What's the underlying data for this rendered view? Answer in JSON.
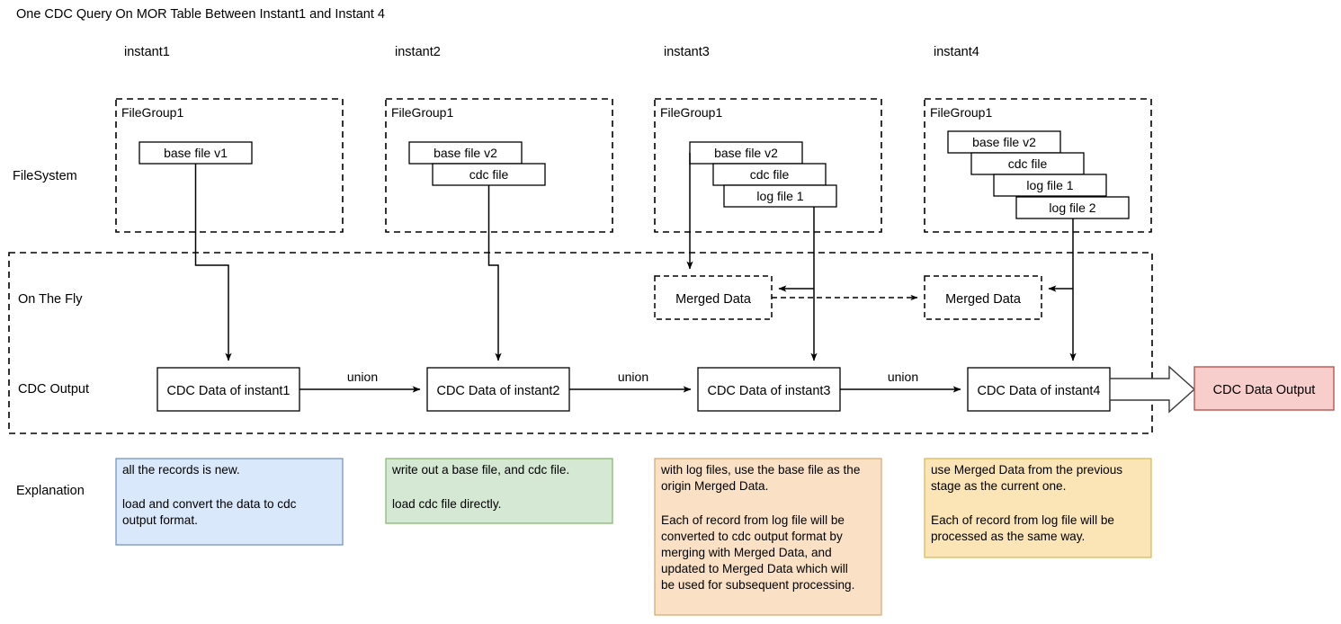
{
  "title": "One CDC Query On MOR Table Between Instant1 and Instant 4",
  "columns": [
    {
      "label": "instant1"
    },
    {
      "label": "instant2"
    },
    {
      "label": "instant3"
    },
    {
      "label": "instant4"
    }
  ],
  "row_labels": {
    "filesystem": "FileSystem",
    "on_the_fly": "On The Fly",
    "cdc_output": "CDC Output",
    "explanation": "Explanation"
  },
  "filesystem": {
    "group_label": "FileGroup1",
    "groups": [
      {
        "files": [
          "base file v1"
        ]
      },
      {
        "files": [
          "base file v2",
          "cdc file"
        ]
      },
      {
        "files": [
          "base file v2",
          "cdc file",
          "log file 1"
        ]
      },
      {
        "files": [
          "base file v2",
          "cdc file",
          "log file 1",
          "log file 2"
        ]
      }
    ]
  },
  "on_the_fly": {
    "merged_data_label": "Merged Data",
    "boxes": [
      "Merged Data",
      "Merged Data"
    ]
  },
  "cdc_output": {
    "boxes": [
      "CDC Data of instant1",
      "CDC Data of instant2",
      "CDC Data of instant3",
      "CDC Data of instant4"
    ],
    "edge_labels": [
      "union",
      "union",
      "union"
    ],
    "final_output": "CDC Data Output"
  },
  "explanations": [
    {
      "lines": [
        "all the records is new.",
        "",
        "load and convert the data to cdc",
        "output format."
      ],
      "fill": "#dae8fc",
      "stroke": "#6c8ebf"
    },
    {
      "lines": [
        "write out a base file, and cdc file.",
        "",
        "load cdc file directly."
      ],
      "fill": "#d5e8d4",
      "stroke": "#82b366"
    },
    {
      "lines": [
        "with log files, use the base file as the",
        "origin Merged Data.",
        "",
        "Each of record from log file will be",
        "converted to cdc output format by",
        "merging with Merged Data, and",
        "updated to Merged Data which will",
        "be used for subsequent processing."
      ],
      "fill": "#fae1c6",
      "stroke": "#d6a669"
    },
    {
      "lines": [
        "use Merged Data from the previous",
        "stage as the current one.",
        "",
        "Each of record from log file will be",
        "processed as the same way."
      ],
      "fill": "#fbe5b6",
      "stroke": "#d6b656"
    }
  ],
  "colors": {
    "output_fill": "#f8cecc",
    "output_stroke": "#b85450",
    "line": "#000000",
    "background": "#ffffff"
  }
}
